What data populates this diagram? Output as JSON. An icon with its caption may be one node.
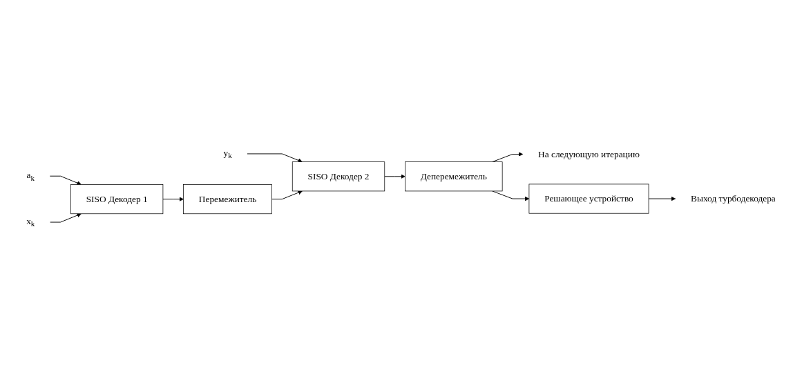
{
  "diagram": {
    "nodes": [
      {
        "text": [
          "a$_{k}$"
        ]
      },
      {
        "text": [
          "x$_{k}$"
        ]
      },
      {
        "text": [
          "y$_{k}$"
        ]
      },
      {
        "text": [
          "SISO  Декодер 1"
        ]
      },
      {
        "text": [
          "Перемежитель"
        ]
      },
      {
        "text": [
          "SISO  Декодер 2"
        ]
      },
      {
        "text": [
          "Деперемежитель"
        ]
      },
      {
        "text": [
          "На следующую итерацию"
        ]
      },
      {
        "text": [
          "Решающее устройство"
        ]
      },
      {
        "text": [
          "Выход турбодекодера"
        ]
      }
    ],
    "edges": [
      {
        "from": 0,
        "to": 3,
        "arrow": "to"
      },
      {
        "from": 1,
        "to": 3,
        "arrow": "to"
      },
      {
        "from": 2,
        "to": 5,
        "arrow": "to"
      },
      {
        "from": 3,
        "to": 4,
        "arrow": "to"
      },
      {
        "from": 4,
        "to": 5,
        "arrow": "to"
      },
      {
        "from": 5,
        "to": 6,
        "arrow": "to"
      },
      {
        "from": 6,
        "to": 7,
        "arrow": "to"
      },
      {
        "from": 6,
        "to": 8,
        "arrow": "to"
      },
      {
        "from": 8,
        "to": 9,
        "arrow": "to"
      }
    ]
  }
}
